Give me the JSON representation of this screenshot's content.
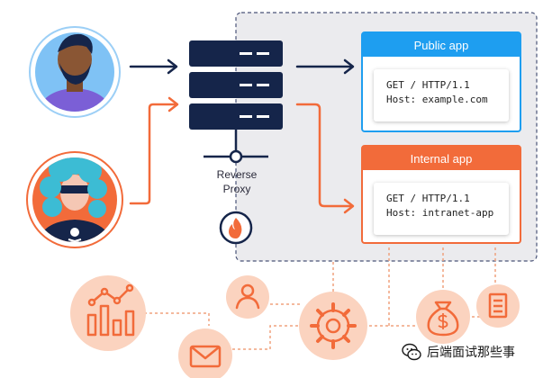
{
  "apps": {
    "public": {
      "title": "Public app",
      "request_line": "GET / HTTP/1.1",
      "host_line": "Host: example.com"
    },
    "internal": {
      "title": "Internal app",
      "request_line": "GET / HTTP/1.1",
      "host_line": "Host: intranet-app"
    }
  },
  "proxy": {
    "label_line1": "Reverse",
    "label_line2": "Proxy"
  },
  "watermark": {
    "text": "后端面试那些事"
  },
  "colors": {
    "accent_blue": "#1e9ef0",
    "accent_orange": "#f26b3a",
    "server_navy": "#15254a",
    "light_orange": "#fbd3bf",
    "panel_gray": "#ebebee"
  },
  "icons": [
    "user-icon",
    "attacker-icon",
    "server-icon",
    "fire-icon",
    "chart-icon",
    "person-icon",
    "gear-icon",
    "money-bag-icon",
    "document-icon",
    "mail-icon",
    "wechat-icon"
  ]
}
